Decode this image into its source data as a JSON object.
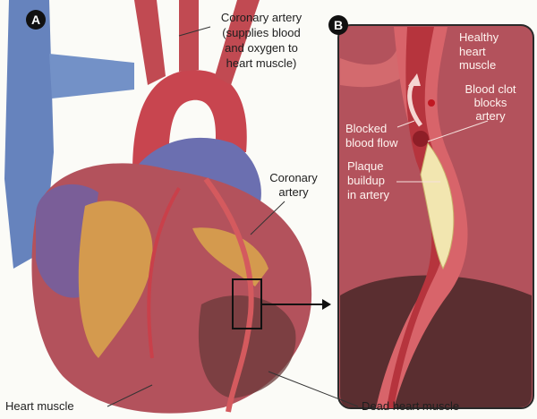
{
  "panels": {
    "a": {
      "badge": "A"
    },
    "b": {
      "badge": "B"
    }
  },
  "labels": {
    "coronary_artery_top": [
      "Coronary artery",
      "(supplies blood",
      "and oxygen to",
      "heart muscle)"
    ],
    "coronary_artery": [
      "Coronary",
      "artery"
    ],
    "heart_muscle": "Heart muscle",
    "dead_heart_muscle": "Dead heart muscle",
    "healthy_heart_muscle": [
      "Healthy",
      "heart",
      "muscle"
    ],
    "blood_clot": [
      "Blood clot",
      "blocks",
      "artery"
    ],
    "blocked_flow": [
      "Blocked",
      "blood flow"
    ],
    "plaque": [
      "Plaque",
      "buildup",
      "in artery"
    ]
  },
  "colors": {
    "muscle": "#b3525c",
    "artery": "#c9404a",
    "vein": "#5f7fb8",
    "fat": "#d49a4e",
    "plaque": "#f2e6b0",
    "dead": "#6a3a3a"
  }
}
